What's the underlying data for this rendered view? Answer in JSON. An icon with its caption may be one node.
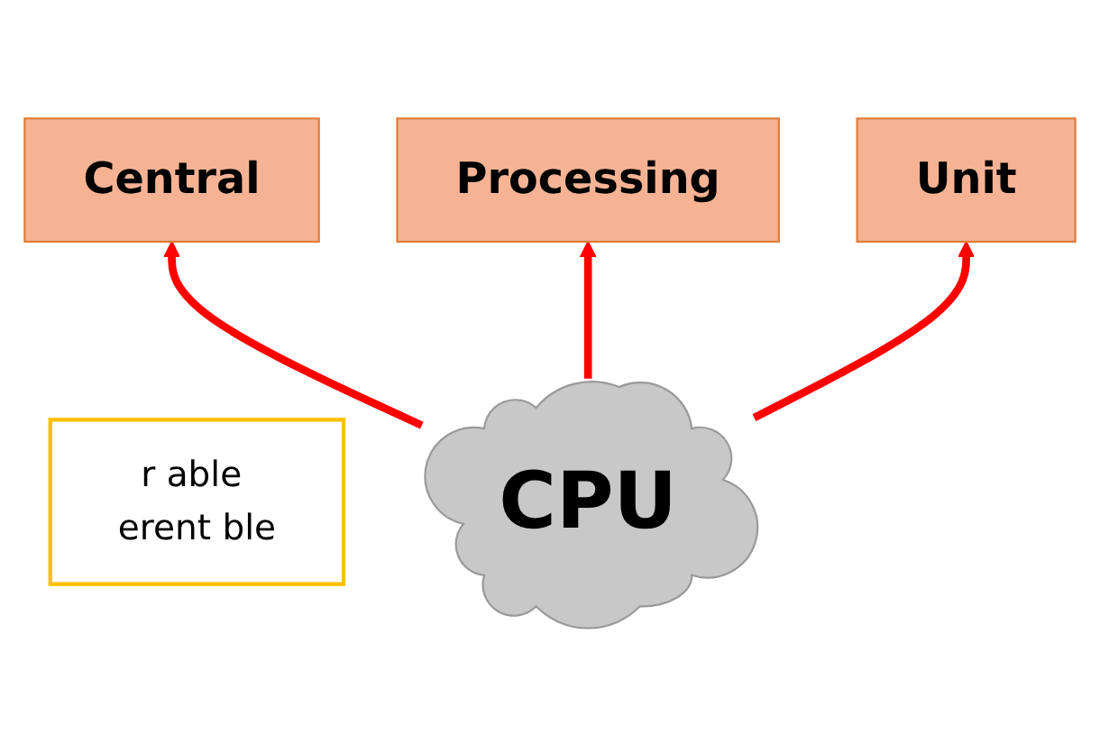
{
  "diagram": {
    "nodes": [
      {
        "text": [
          "Processing"
        ]
      },
      {
        "text": [
          "Central"
        ]
      },
      {
        "text": [
          "Unit"
        ]
      },
      {
        "text": [
          "r able erent ble"
        ]
      },
      {
        "text": [
          "CPU"
        ]
      }
    ],
    "edges": [
      {
        "from": 4,
        "to": 1,
        "arrow": "to"
      },
      {
        "from": 4,
        "to": 0,
        "arrow": "to"
      },
      {
        "from": 4,
        "to": 2,
        "arrow": "to"
      }
    ]
  }
}
